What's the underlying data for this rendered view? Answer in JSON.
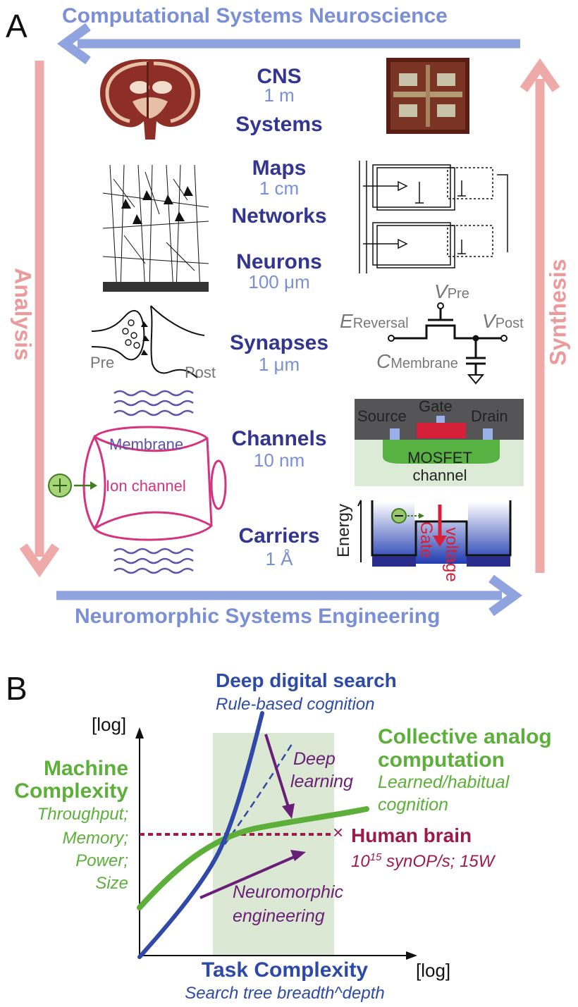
{
  "panel_a": {
    "letter": "A",
    "top_title": "Computational Systems Neuroscience",
    "bottom_title": "Neuromorphic Systems Engineering",
    "left_label": "Analysis",
    "right_label": "Synthesis",
    "levels": {
      "cns": "CNS",
      "cns_scale": "1 m",
      "systems": "Systems",
      "maps": "Maps",
      "maps_scale": "1 cm",
      "networks": "Networks",
      "neurons": "Neurons",
      "neurons_scale": "100 μm",
      "synapses": "Synapses",
      "synapses_scale": "1 μm",
      "channels": "Channels",
      "channels_scale": "10 nm",
      "carriers": "Carriers",
      "carriers_scale": "1 Å"
    },
    "synapse_labels": {
      "pre": "Pre",
      "post": "Post"
    },
    "circuit_labels": {
      "v": "V",
      "v_pre_sub": "Pre",
      "e": "E",
      "e_sub": "Reversal",
      "v_post_sub": "Post",
      "c": "C",
      "c_sub": "Membrane"
    },
    "channel_labels": {
      "membrane": "Membrane",
      "ion_channel": "Ion channel"
    },
    "mosfet_labels": {
      "source": "Source",
      "gate": "Gate",
      "drain": "Drain",
      "mosfet": "MOSFET",
      "channel": "channel"
    },
    "band_labels": {
      "energy": "Energy",
      "gate": "Gate",
      "voltage": "voltage"
    },
    "colors": {
      "blue_arrow": "#8fa3df",
      "pink_arrow": "#eeaaa9",
      "dark_blue": "#33358f",
      "green": "#5cb03a",
      "magenta": "#d6337f"
    }
  },
  "panel_b": {
    "letter": "B",
    "y_axis_unit": "[log]",
    "x_axis_unit": "[log]",
    "y_title_1": "Machine",
    "y_title_2": "Complexity",
    "y_sub": [
      "Throughput;",
      "Memory;",
      "Power;",
      "Size"
    ],
    "x_title": "Task Complexity",
    "x_sub": "Search tree breadth^depth",
    "digital_title": "Deep digital search",
    "digital_sub": "Rule-based cognition",
    "analog_title_1": "Collective analog",
    "analog_title_2": "computation",
    "analog_sub_1": "Learned/habitual",
    "analog_sub_2": "cognition",
    "deep_learning_1": "Deep",
    "deep_learning_2": "learning",
    "brain_title": "Human brain",
    "brain_sub_base": "10",
    "brain_sub_exp": "15",
    "brain_sub_rest": " synOP/s; 15W",
    "brain_marker": "×",
    "neuromorphic_1": "Neuromorphic",
    "neuromorphic_2": "engineering",
    "colors": {
      "digital": "#3049a8",
      "analog": "#5cb03a",
      "brain": "#9c1b4c",
      "arrows": "#6a1f76",
      "shade": "#dbe8d3"
    }
  }
}
